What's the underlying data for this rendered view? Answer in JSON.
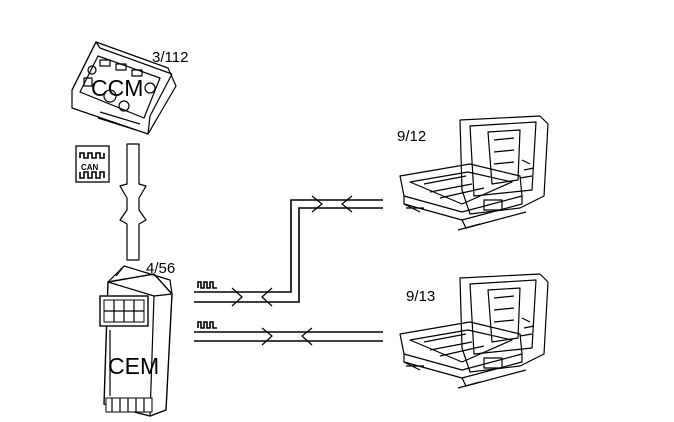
{
  "ccm": {
    "ref": "3/112",
    "label": "CCM"
  },
  "can_icon_text": "CAN",
  "cem": {
    "ref": "4/56",
    "label": "CEM"
  },
  "seat_upper": {
    "ref": "9/12"
  },
  "seat_lower": {
    "ref": "9/13"
  },
  "colors": {
    "line": "#000000",
    "background": "#ffffff",
    "shade": "#9a9a9a"
  }
}
